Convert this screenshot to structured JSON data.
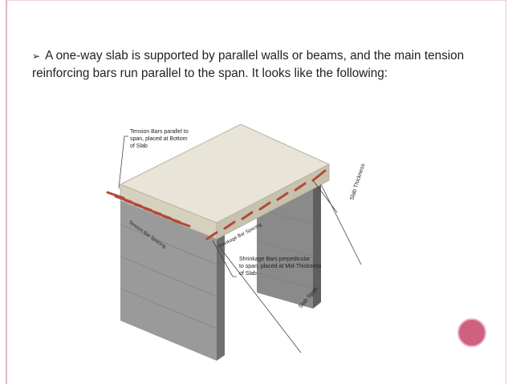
{
  "slide": {
    "bullet_text": "A one-way slab is supported by parallel walls or beams, and the main tension reinforcing bars run parallel to the span. It looks like the following:",
    "bullet_glyph": "➢"
  },
  "figure": {
    "label_tension_l1": "Tension Bars parallel to",
    "label_tension_l2": "span, placed at Bottom",
    "label_tension_l3": "of Slab",
    "label_shrinkage_l1": "Shrinkage Bars perpedicular",
    "label_shrinkage_l2": "to span, placed at Mid-Thickness",
    "label_shrinkage_l3": "of Slab",
    "label_slab_thickness": "Slab Thickness",
    "label_slab_span": "Slab Span",
    "label_tension_spacing": "Tension Bar Spacing",
    "label_shrinkage_spacing": "Shrinkage Bar Spacing"
  },
  "colors": {
    "accent": "#d0607f",
    "slab_top": "#e8e4d8",
    "slab_side": "#cfcab8",
    "wall": "#8c8c8c",
    "bar": "#b04a3a"
  }
}
